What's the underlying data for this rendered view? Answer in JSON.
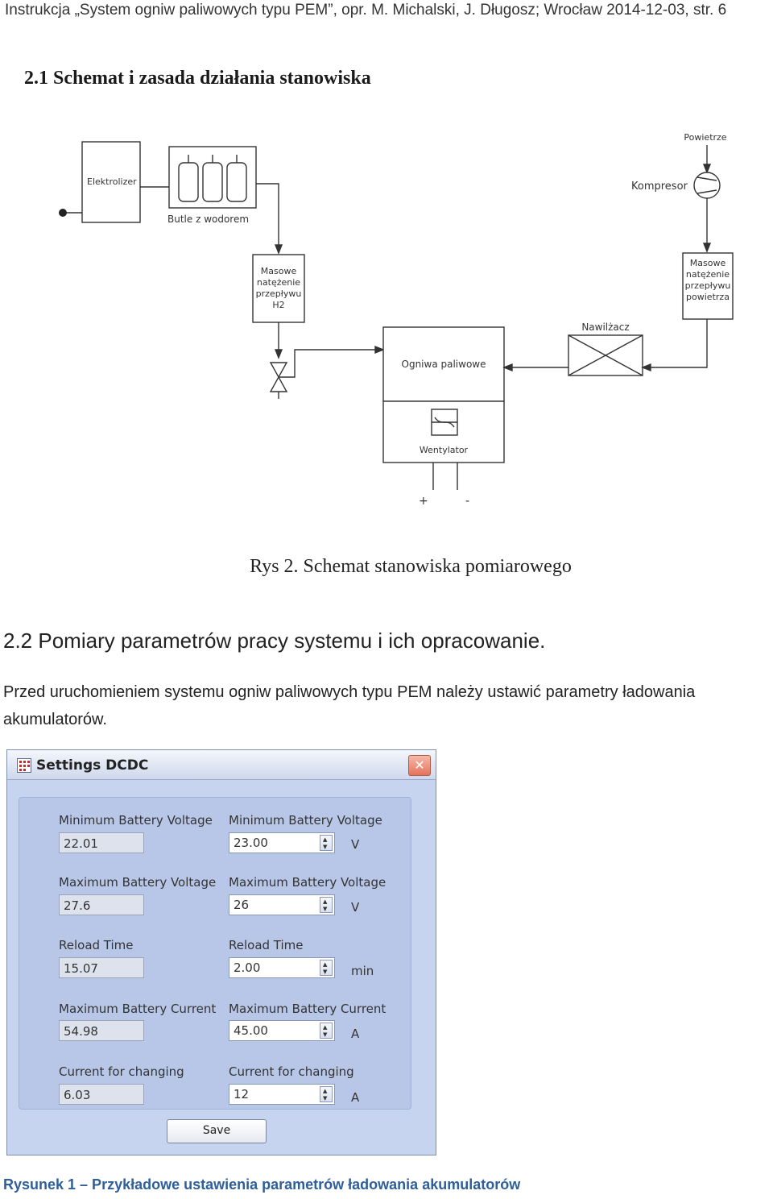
{
  "header": "Instrukcja „System ogniw paliwowych typu PEM”, opr. M. Michalski, J. Długosz;   Wrocław 2014-12-03, str. 6",
  "section_title": "2.1 Schemat i zasada działania stanowiska",
  "diagram": {
    "elektrolizer": "Elektrolizer",
    "butle": "Butle z wodorem",
    "mass_h2": [
      "Masowe",
      "natężenie",
      "przepływu",
      "H2"
    ],
    "powietrze": "Powietrze",
    "kompresor": "Kompresor",
    "mass_air": [
      "Masowe",
      "natężenie",
      "przepływu",
      "powietrza"
    ],
    "nawilzacz": "Nawilżacz",
    "ogniwa": "Ogniwa paliwowe",
    "wentylator": "Wentylator",
    "plus": "+",
    "minus": "-"
  },
  "figure_caption": "Rys 2. Schemat stanowiska pomiarowego",
  "heading2": "2.2 Pomiary parametrów pracy systemu i ich opracowanie.",
  "paragraph": "Przed uruchomieniem systemu ogniw paliwowych typu PEM należy ustawić parametry ładowania akumulatorów.",
  "dialog": {
    "title": "Settings DCDC",
    "close": "✕",
    "rows": [
      {
        "label": "Minimum Battery Voltage",
        "current": "22.01",
        "set_label": "Minimum Battery Voltage",
        "set": "23.00",
        "unit": "V"
      },
      {
        "label": "Maximum Battery Voltage",
        "current": "27.6",
        "set_label": "Maximum Battery Voltage",
        "set": "26",
        "unit": "V"
      },
      {
        "label": "Reload Time",
        "current": "15.07",
        "set_label": "Reload Time",
        "set": "2.00",
        "unit": "min"
      },
      {
        "label": "Maximum Battery Current",
        "current": "54.98",
        "set_label": "Maximum Battery Current",
        "set": "45.00",
        "unit": "A"
      },
      {
        "label": "Current for changing",
        "current": "6.03",
        "set_label": "Current for changing",
        "set": "12",
        "unit": "A"
      }
    ],
    "save": "Save"
  },
  "caption2": "Rysunek 1 – Przykładowe ustawienia parametrów ładowania akumulatorów"
}
